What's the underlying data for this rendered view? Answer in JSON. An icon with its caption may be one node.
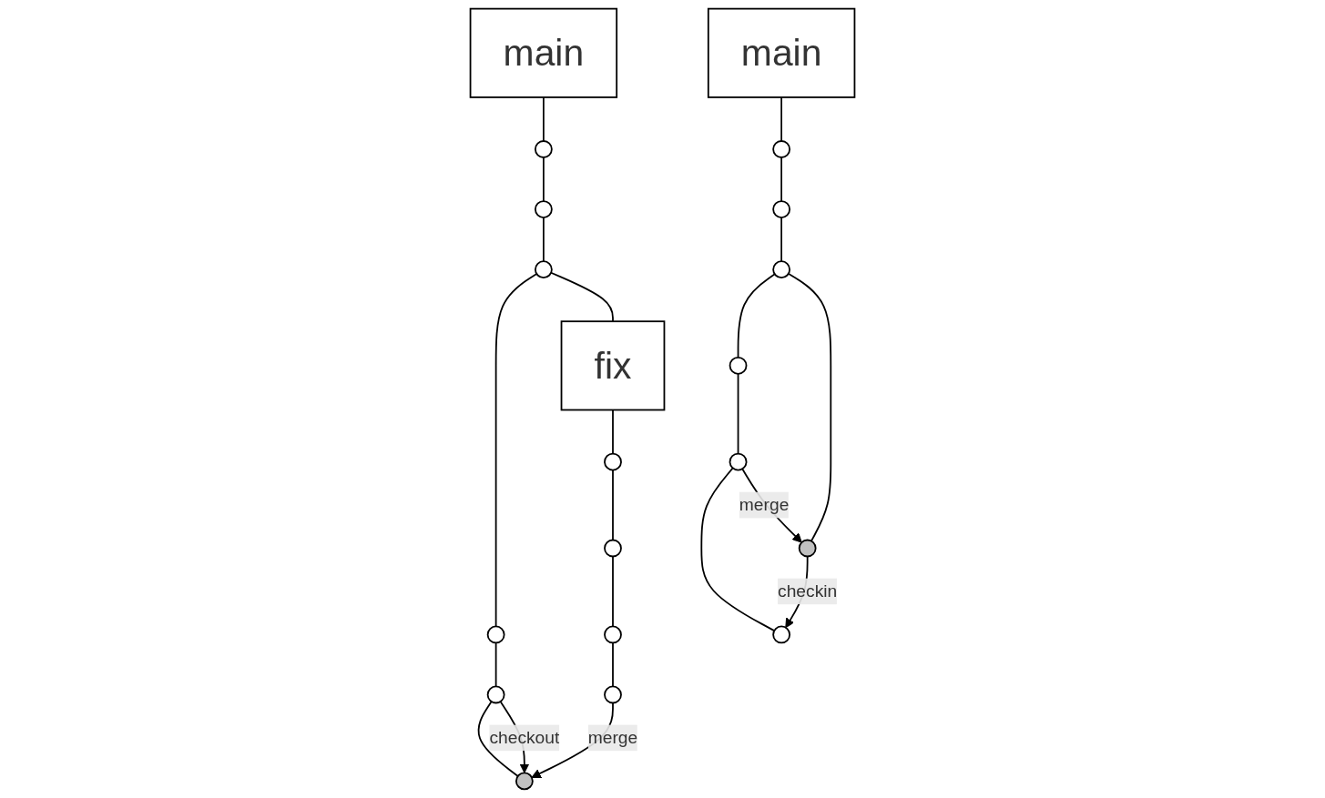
{
  "diagram": {
    "nodes": [
      {
        "text": [
          "main"
        ]
      },
      {
        "text": [],
        "shape": "circle"
      },
      {
        "text": [],
        "shape": "circle"
      },
      {
        "text": [],
        "shape": "circle"
      },
      {
        "text": [],
        "shape": "circle"
      },
      {
        "text": [],
        "shape": "circle"
      },
      {
        "text": [],
        "shape": "circle"
      },
      {
        "text": [
          "fix"
        ]
      },
      {
        "text": [],
        "shape": "circle"
      },
      {
        "text": [],
        "shape": "circle"
      },
      {
        "text": [],
        "shape": "circle"
      },
      {
        "text": [],
        "shape": "circle"
      },
      {
        "text": [
          "main"
        ]
      },
      {
        "text": [],
        "shape": "circle"
      },
      {
        "text": [],
        "shape": "circle"
      },
      {
        "text": [],
        "shape": "circle"
      },
      {
        "text": [],
        "shape": "circle"
      },
      {
        "text": [],
        "shape": "circle"
      },
      {
        "text": [],
        "shape": "circle"
      },
      {
        "text": [],
        "shape": "circle"
      }
    ],
    "edges": [
      {
        "from": 0,
        "to": 1,
        "arrow": "none"
      },
      {
        "from": 1,
        "to": 2,
        "arrow": "none"
      },
      {
        "from": 2,
        "to": 3,
        "arrow": "none"
      },
      {
        "from": 3,
        "to": 4,
        "arrow": "none"
      },
      {
        "from": 4,
        "to": 5,
        "arrow": "none"
      },
      {
        "from": 5,
        "to": 6,
        "arrow": "none"
      },
      {
        "from": 3,
        "to": 7,
        "arrow": "none"
      },
      {
        "from": 7,
        "to": 8,
        "arrow": "none"
      },
      {
        "from": 8,
        "to": 9,
        "arrow": "none"
      },
      {
        "from": 9,
        "to": 10,
        "arrow": "none"
      },
      {
        "from": 10,
        "to": 11,
        "arrow": "none"
      },
      {
        "from": 5,
        "to": 6,
        "label": "checkout",
        "arrow": "to"
      },
      {
        "from": 11,
        "to": 6,
        "label": "merge",
        "arrow": "to"
      },
      {
        "from": 12,
        "to": 13,
        "arrow": "none"
      },
      {
        "from": 13,
        "to": 14,
        "arrow": "none"
      },
      {
        "from": 14,
        "to": 15,
        "arrow": "none"
      },
      {
        "from": 15,
        "to": 16,
        "arrow": "none"
      },
      {
        "from": 16,
        "to": 17,
        "arrow": "none"
      },
      {
        "from": 17,
        "to": 18,
        "arrow": "none"
      },
      {
        "from": 15,
        "to": 19,
        "arrow": "none"
      },
      {
        "from": 17,
        "to": 19,
        "label": "merge",
        "arrow": "to"
      },
      {
        "from": 19,
        "to": 18,
        "label": "checkin",
        "arrow": "to"
      }
    ]
  }
}
